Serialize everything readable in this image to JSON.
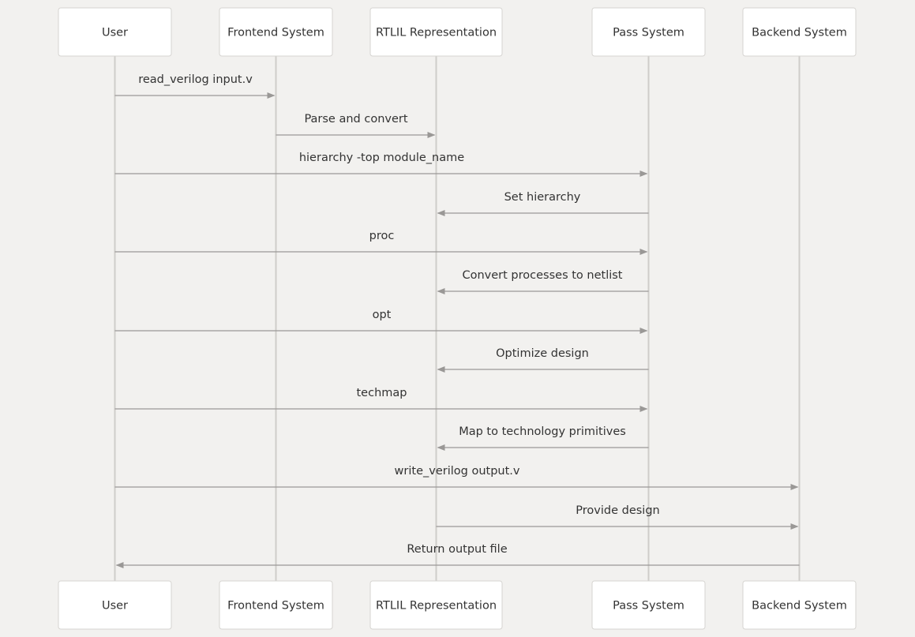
{
  "diagram": {
    "type": "sequence",
    "colors": {
      "background": "#f2f1ef",
      "actor_fill": "#ffffff",
      "actor_border": "#d6d4d1",
      "lifeline": "#cfcdca",
      "message": "#9a9896",
      "text": "#333333"
    },
    "participants": [
      {
        "id": "user",
        "label": "User"
      },
      {
        "id": "frontend",
        "label": "Frontend System"
      },
      {
        "id": "rtlil",
        "label": "RTLIL Representation"
      },
      {
        "id": "pass",
        "label": "Pass System"
      },
      {
        "id": "backend",
        "label": "Backend System"
      }
    ],
    "messages": [
      {
        "from": "user",
        "to": "frontend",
        "label": "read_verilog input.v"
      },
      {
        "from": "frontend",
        "to": "rtlil",
        "label": "Parse and convert"
      },
      {
        "from": "user",
        "to": "pass",
        "label": "hierarchy -top module_name"
      },
      {
        "from": "pass",
        "to": "rtlil",
        "label": "Set hierarchy"
      },
      {
        "from": "user",
        "to": "pass",
        "label": "proc"
      },
      {
        "from": "pass",
        "to": "rtlil",
        "label": "Convert processes to netlist"
      },
      {
        "from": "user",
        "to": "pass",
        "label": "opt"
      },
      {
        "from": "pass",
        "to": "rtlil",
        "label": "Optimize design"
      },
      {
        "from": "user",
        "to": "pass",
        "label": "techmap"
      },
      {
        "from": "pass",
        "to": "rtlil",
        "label": "Map to technology primitives"
      },
      {
        "from": "user",
        "to": "backend",
        "label": "write_verilog output.v"
      },
      {
        "from": "rtlil",
        "to": "backend",
        "label": "Provide design"
      },
      {
        "from": "backend",
        "to": "user",
        "label": "Return output file"
      }
    ]
  }
}
